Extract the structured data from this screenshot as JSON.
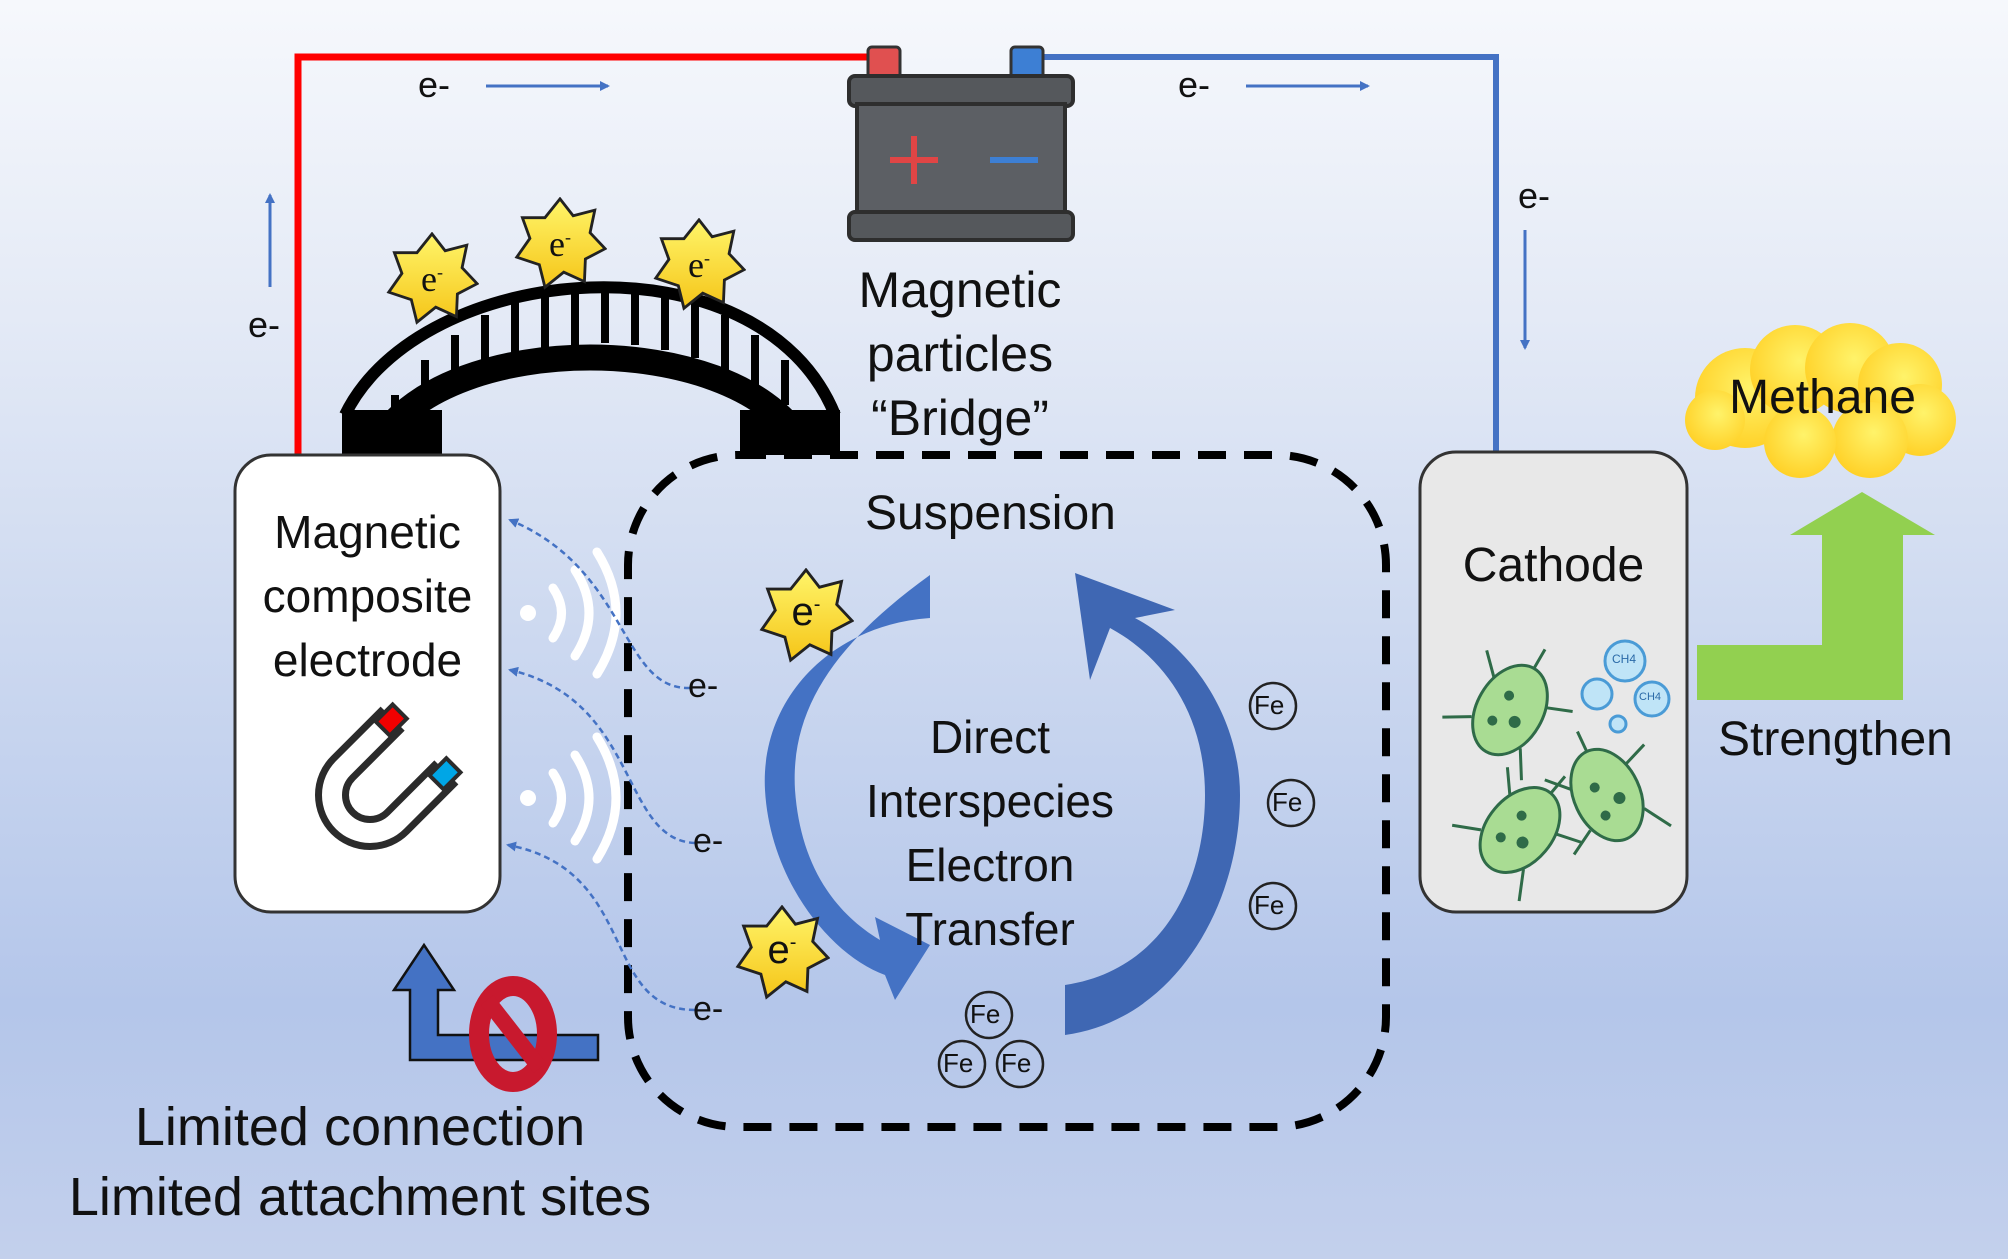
{
  "diagram": {
    "battery": {
      "plus_symbol": "+",
      "minus_symbol": "−",
      "label_lines": [
        "Magnetic",
        "particles",
        "“Bridge”"
      ]
    },
    "electron_label": "e-",
    "electron_star_label": "e",
    "electron_superscript": "-",
    "left_electrode": {
      "label_lines": [
        "Magnetic",
        "composite",
        "electrode"
      ]
    },
    "suspension": {
      "title": "Suspension",
      "cycle_lines": [
        "Direct",
        "Interspecies",
        "Electron",
        "Transfer"
      ],
      "particle_label": "Fe"
    },
    "cathode": {
      "title": "Cathode",
      "bubble_label": "CH4"
    },
    "product": {
      "cloud_label": "Methane",
      "arrow_label": "Strengthen"
    },
    "limitation": {
      "lines": [
        "Limited connection",
        "Limited attachment sites"
      ]
    },
    "colors": {
      "positive_wire": "#ff0000",
      "negative_wire": "#4472c4",
      "battery_body": "#5a5d62",
      "star_fill": "#ffe84a",
      "cycle_arrow": "#4472c4",
      "green_arrow": "#92d050",
      "prohibit": "#c8192e"
    }
  }
}
